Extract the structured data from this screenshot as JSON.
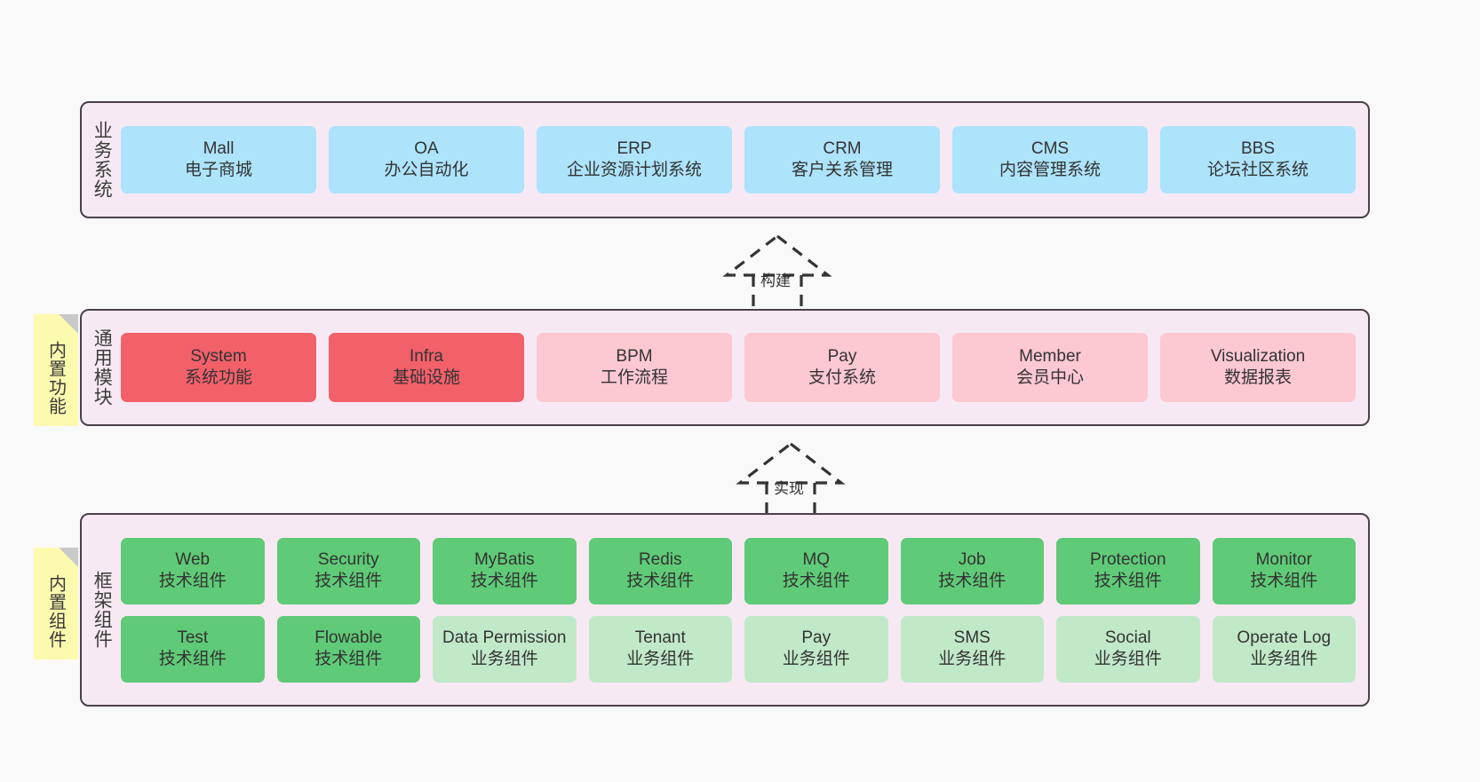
{
  "diagram": {
    "background_color": "#f9f9f9",
    "panel_fill": "#f7e9f3",
    "panel_border": "#4a404a",
    "sticky_color": "#fcfaae",
    "colors": {
      "business_system": "#ade3fb",
      "module_core": "#f2606a",
      "module_optional": "#fcc8d2",
      "tech_component": "#5fca77",
      "business_component": "#c1e9c8"
    }
  },
  "layers": [
    {
      "id": "business-system",
      "title": "业务系统",
      "sticky": null,
      "rows": [
        {
          "cells": [
            {
              "name": "Mall",
              "desc": "电子商城",
              "color": "c-blue"
            },
            {
              "name": "OA",
              "desc": "办公自动化",
              "color": "c-blue"
            },
            {
              "name": "ERP",
              "desc": "企业资源计划系统",
              "color": "c-blue"
            },
            {
              "name": "CRM",
              "desc": "客户关系管理",
              "color": "c-blue"
            },
            {
              "name": "CMS",
              "desc": "内容管理系统",
              "color": "c-blue"
            },
            {
              "name": "BBS",
              "desc": "论坛社区系统",
              "color": "c-blue"
            }
          ]
        }
      ]
    },
    {
      "id": "common-module",
      "title": "通用模块",
      "sticky": "内置功能",
      "rows": [
        {
          "cells": [
            {
              "name": "System",
              "desc": "系统功能",
              "color": "c-red"
            },
            {
              "name": "Infra",
              "desc": "基础设施",
              "color": "c-red"
            },
            {
              "name": "BPM",
              "desc": "工作流程",
              "color": "c-pink"
            },
            {
              "name": "Pay",
              "desc": "支付系统",
              "color": "c-pink"
            },
            {
              "name": "Member",
              "desc": "会员中心",
              "color": "c-pink"
            },
            {
              "name": "Visualization",
              "desc": "数据报表",
              "color": "c-pink"
            }
          ]
        }
      ]
    },
    {
      "id": "framework-component",
      "title": "框架组件",
      "sticky": "内置组件",
      "rows": [
        {
          "cells": [
            {
              "name": "Web",
              "desc": "技术组件",
              "color": "c-green"
            },
            {
              "name": "Security",
              "desc": "技术组件",
              "color": "c-green"
            },
            {
              "name": "MyBatis",
              "desc": "技术组件",
              "color": "c-green"
            },
            {
              "name": "Redis",
              "desc": "技术组件",
              "color": "c-green"
            },
            {
              "name": "MQ",
              "desc": "技术组件",
              "color": "c-green"
            },
            {
              "name": "Job",
              "desc": "技术组件",
              "color": "c-green"
            },
            {
              "name": "Protection",
              "desc": "技术组件",
              "color": "c-green"
            },
            {
              "name": "Monitor",
              "desc": "技术组件",
              "color": "c-green"
            }
          ]
        },
        {
          "cells": [
            {
              "name": "Test",
              "desc": "技术组件",
              "color": "c-green"
            },
            {
              "name": "Flowable",
              "desc": "技术组件",
              "color": "c-green"
            },
            {
              "name": "Data Permission",
              "desc": "业务组件",
              "color": "c-lightgreen",
              "wrap": true
            },
            {
              "name": "Tenant",
              "desc": "业务组件",
              "color": "c-lightgreen"
            },
            {
              "name": "Pay",
              "desc": "业务组件",
              "color": "c-lightgreen"
            },
            {
              "name": "SMS",
              "desc": "业务组件",
              "color": "c-lightgreen"
            },
            {
              "name": "Social",
              "desc": "业务组件",
              "color": "c-lightgreen"
            },
            {
              "name": "Operate Log",
              "desc": "业务组件",
              "color": "c-lightgreen"
            }
          ]
        }
      ]
    }
  ],
  "connectors": [
    {
      "id": "build",
      "label": "构建"
    },
    {
      "id": "implement",
      "label": "实现"
    }
  ]
}
